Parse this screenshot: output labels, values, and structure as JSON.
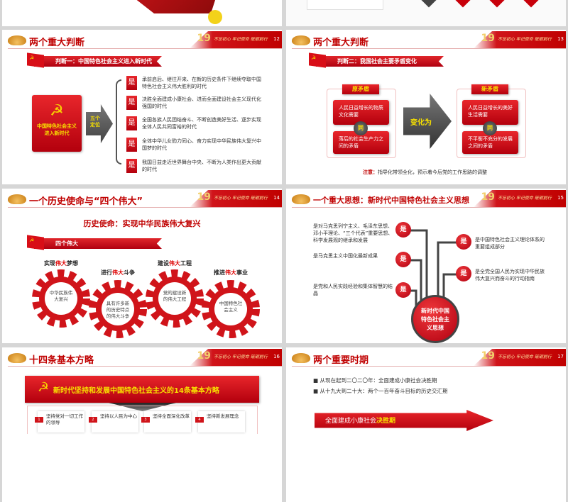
{
  "top_row": {
    "left_slide": "decorative-banner",
    "right_slide": "diamond-shapes"
  },
  "header_common": {
    "slogan": "不忘初心 牢记使命 砥砺前行",
    "logo": "19"
  },
  "slide12": {
    "title": "两个重大判断",
    "number": "12",
    "ribbon": "判断一：中国特色社会主义进入新时代",
    "box_label": "中国特色社会主义进入新时代",
    "arrow_label": "五个定位",
    "marker": "是",
    "items": [
      "承前启后、继往开来、在新的历史条件下继续夺取中国特色社会主义伟大胜利的时代",
      "决胜全面建成小康社会、进而全面建设社会主义现代化强国的时代",
      "全国各族人民团结奋斗、不断创造美好生活、逐步实现全体人民共同富裕的时代",
      "全体中华儿女勠力同心、奋力实现中华民族伟大复兴中国梦的时代",
      "我国日益走近世界舞台中央、不断为人类作出更大贡献的时代"
    ]
  },
  "slide13": {
    "title": "两个重大判断",
    "number": "13",
    "ribbon": "判断二：我国社会主要矛盾变化",
    "old_label": "原矛盾",
    "new_label": "新矛盾",
    "old_top": "人民日益增长的物质文化需要",
    "old_bottom": "落后的社会生产力之间的矛盾",
    "new_top": "人民日益增长的美好生活需要",
    "new_bottom": "不平衡不充分的发展之间的矛盾",
    "connector": "同",
    "arrow_label": "变化为",
    "note_label": "注意：",
    "note_text": "指导化带领全化，预示着今后党的工作思路的调整"
  },
  "slide14": {
    "title": "一个历史使命与“四个伟大”",
    "number": "14",
    "subtitle": "历史使命：实现中华民族伟大复兴",
    "ribbon": "四个伟大",
    "gears": [
      {
        "pre": "实现",
        "hl": "伟大",
        "post": "梦想",
        "text": "中华民族伟大复兴"
      },
      {
        "pre": "进行",
        "hl": "伟大",
        "post": "斗争",
        "text": "具有许多新的历史特点的伟大斗争"
      },
      {
        "pre": "建设",
        "hl": "伟大",
        "post": "工程",
        "text": "党的建设新的伟大工程"
      },
      {
        "pre": "推进",
        "hl": "伟大",
        "post": "事业",
        "text": "中国特色社会主义"
      }
    ]
  },
  "slide15": {
    "title": "一个重大思想：新时代中国特色社会主义思想",
    "number": "15",
    "center": "新时代中国特色社会主义思想",
    "marker": "是",
    "left_items": [
      "是对马克思列宁主义、毛泽东思想、邓小平理论、“三个代表”重要思想、科学发展观的继承和发展",
      "是马克思主义中国化最新成果",
      "是党和人民实践经验和集体智慧的结晶"
    ],
    "right_items": [
      "是中国特色社会主义理论体系的重要组成部分",
      "是全党全国人民为实现中华民族伟大复兴而奋斗的行动指南"
    ]
  },
  "slide16": {
    "title": "十四条基本方略",
    "number": "16",
    "banner": "新时代坚持和发展中国特色社会主义的14条基本方略",
    "items": [
      {
        "n": "1",
        "text": "坚持党对一切工作的领导"
      },
      {
        "n": "2",
        "text": "坚持以人民为中心"
      },
      {
        "n": "3",
        "text": "坚持全面深化改革"
      },
      {
        "n": "4",
        "text": "坚持新发展理念"
      }
    ]
  },
  "slide17": {
    "title": "两个重要时期",
    "number": "17",
    "bullets": [
      "从现在起到二〇二〇年：全面建成小康社会决胜期",
      "从十九大到二十大：两个一百年奋斗目标的历史交汇期"
    ],
    "arrow_pre": "全面建成小康社会",
    "arrow_hl": "决胜期"
  },
  "colors": {
    "red": "#c00000",
    "yellow": "#f7e000",
    "gray": "#555555"
  }
}
